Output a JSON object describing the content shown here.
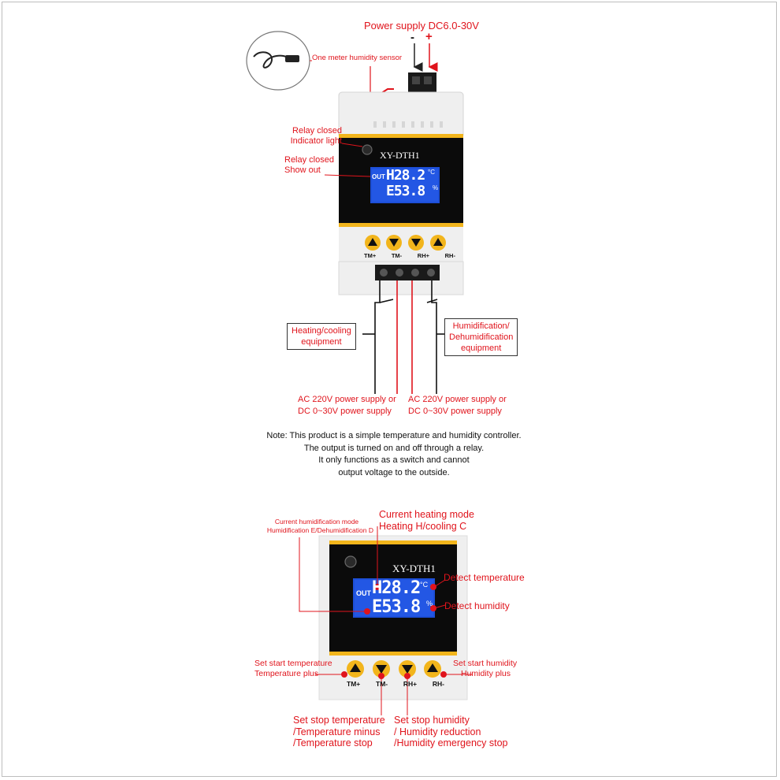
{
  "device": {
    "model": "XY-DTH1",
    "out_label": "OUT",
    "line1": "H28.2",
    "line1_unit": "°C",
    "line2": "E53.8",
    "line2_unit": "%",
    "buttons": [
      "TM+",
      "TM-",
      "RH+",
      "RH-"
    ]
  },
  "top": {
    "power_supply": "Power supply DC6.0-30V",
    "minus": "-",
    "plus": "+",
    "sensor": "One meter humidity sensor",
    "relay_indicator": [
      "Relay closed",
      "Indicator light"
    ],
    "relay_show": [
      "Relay closed",
      "Show out"
    ],
    "heating_box": [
      "Heating/cooling",
      "equipment"
    ],
    "humid_box": [
      "Humidification/",
      "Dehumidification",
      "equipment"
    ],
    "ac_left": [
      "AC 220V power supply or",
      "DC 0~30V power supply"
    ],
    "ac_right": [
      "AC 220V power supply or",
      "DC 0~30V power supply"
    ]
  },
  "note": [
    "Note: This product is a simple temperature and humidity controller.",
    "The output is turned on and off through a relay.",
    "It only functions as a switch and cannot",
    "output voltage to the outside."
  ],
  "bottom": {
    "humid_mode": [
      "Current humidification mode",
      "Humidification E/Dehumidification D"
    ],
    "heat_mode": [
      "Current heating mode",
      "Heating H/cooling C"
    ],
    "detect_temp": "Detect temperature",
    "detect_humidity": "Detect humidity",
    "start_temp": [
      "Set start temperature",
      "Temperature plus"
    ],
    "start_humidity": [
      "Set start humidity",
      "Humidity plus"
    ],
    "stop_temp": [
      "Set stop temperature",
      "/Temperature minus",
      "/Temperature stop"
    ],
    "stop_humidity": [
      "Set stop humidity",
      "/ Humidity reduction",
      "/Humidity emergency stop"
    ]
  },
  "colors": {
    "label_red": "#e0141c",
    "button_yellow": "#f2b51c",
    "panel_black": "#0b0b0b",
    "lcd_blue": "#1d4fd8",
    "wire_red": "#e0141c"
  }
}
